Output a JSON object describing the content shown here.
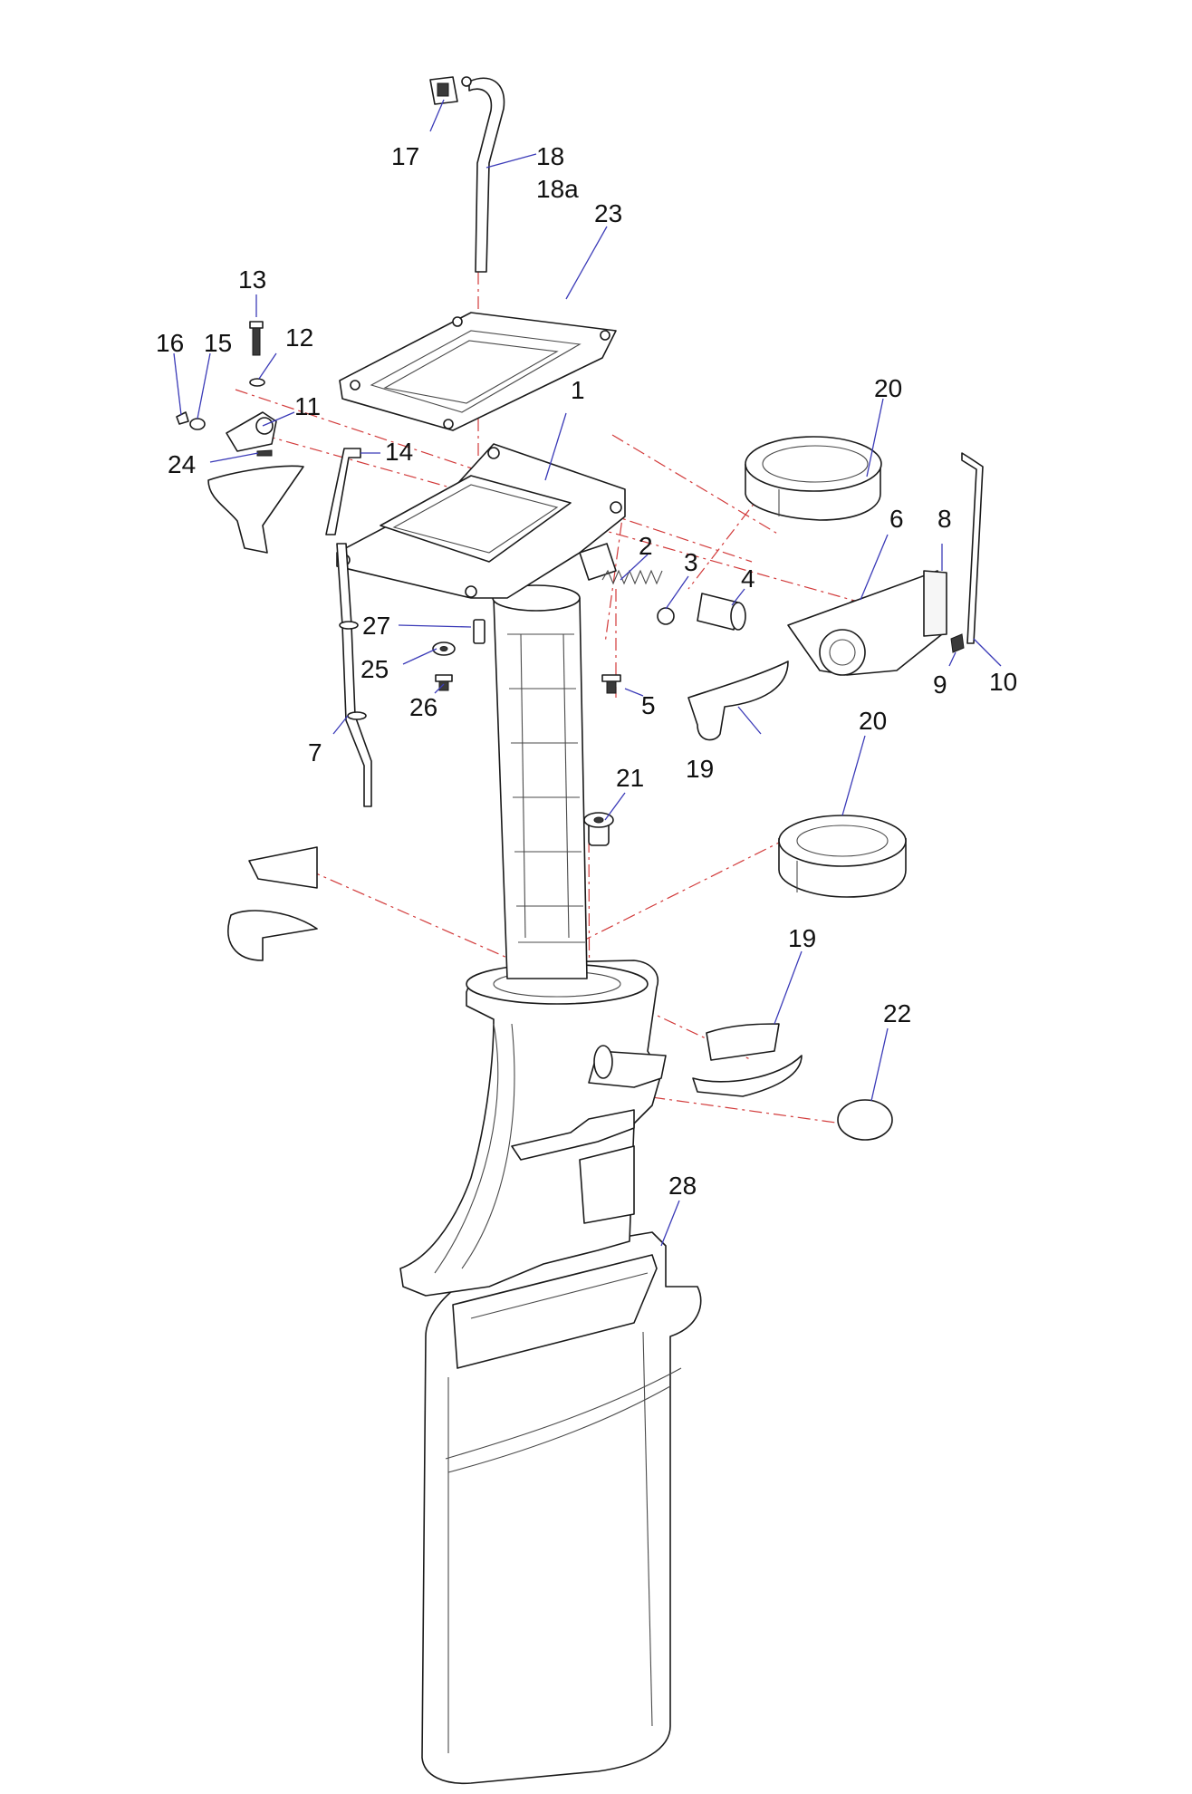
{
  "callouts": [
    {
      "id": "1",
      "text": "1"
    },
    {
      "id": "2",
      "text": "2"
    },
    {
      "id": "3",
      "text": "3"
    },
    {
      "id": "4",
      "text": "4"
    },
    {
      "id": "5",
      "text": "5"
    },
    {
      "id": "6",
      "text": "6"
    },
    {
      "id": "7",
      "text": "7"
    },
    {
      "id": "8",
      "text": "8"
    },
    {
      "id": "9",
      "text": "9"
    },
    {
      "id": "10",
      "text": "10"
    },
    {
      "id": "11",
      "text": "11"
    },
    {
      "id": "12",
      "text": "12"
    },
    {
      "id": "13",
      "text": "13"
    },
    {
      "id": "14",
      "text": "14"
    },
    {
      "id": "15",
      "text": "15"
    },
    {
      "id": "16",
      "text": "16"
    },
    {
      "id": "17",
      "text": "17"
    },
    {
      "id": "18",
      "text": "18"
    },
    {
      "id": "18a",
      "text": "18a"
    },
    {
      "id": "19-upper",
      "text": "19"
    },
    {
      "id": "19-lower",
      "text": "19"
    },
    {
      "id": "20-upper",
      "text": "20"
    },
    {
      "id": "20-lower",
      "text": "20"
    },
    {
      "id": "21",
      "text": "21"
    },
    {
      "id": "22",
      "text": "22"
    },
    {
      "id": "23",
      "text": "23"
    },
    {
      "id": "24",
      "text": "24"
    },
    {
      "id": "25",
      "text": "25"
    },
    {
      "id": "26",
      "text": "26"
    },
    {
      "id": "27",
      "text": "27"
    },
    {
      "id": "28",
      "text": "28"
    }
  ],
  "colors": {
    "leader": "#3b3bb8",
    "centerline": "#d23a3a",
    "outline": "#1a1a1a"
  }
}
